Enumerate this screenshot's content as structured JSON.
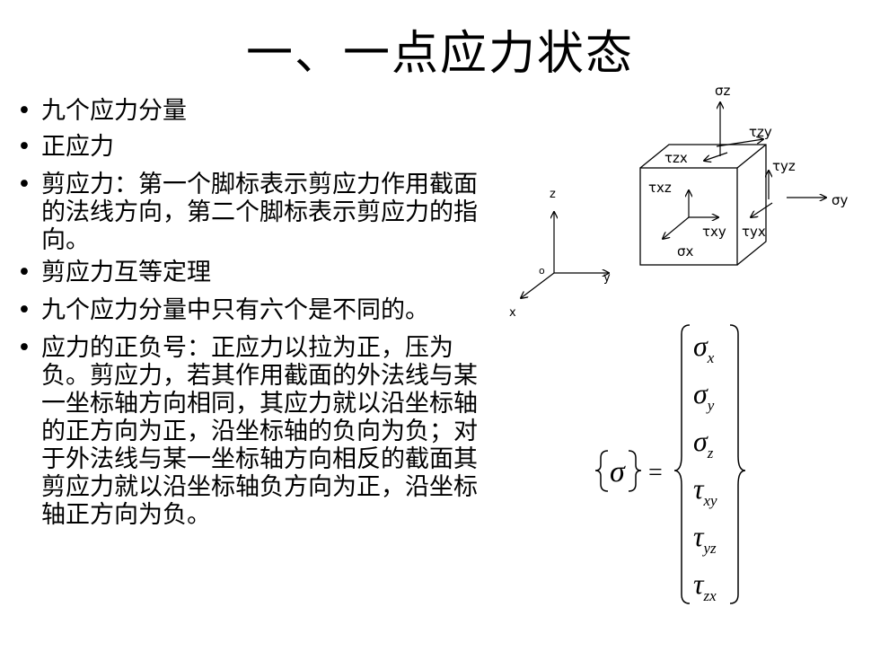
{
  "slide": {
    "title": "一、一点应力状态",
    "bullets": [
      "九个应力分量",
      "正应力",
      "剪应力：第一个脚标表示剪应力作用截面的法线方向，第二个脚标表示剪应力的指向。",
      "剪应力互等定理",
      "九个应力分量中只有六个是不同的。",
      "应力的正负号：正应力以拉为正，压为负。剪应力，若其作用截面的外法线与某一坐标轴方向相同，其应力就以沿坐标轴的正方向为正，沿坐标轴的负向为负；对于外法线与某一坐标轴方向相反的截面其剪应力就以沿坐标轴负方向为正，沿坐标轴正方向为负。"
    ],
    "bullet_symbol": "•"
  },
  "axes": {
    "z": "z",
    "y": "y",
    "x": "x",
    "origin": "o"
  },
  "element_labels": {
    "sigma_z": "σz",
    "tau_zy": "τzy",
    "tau_zx": "τzx",
    "tau_yz": "τyz",
    "sigma_y": "σy",
    "tau_xz": "τxz",
    "tau_xy": "τxy",
    "tau_yx": "τyx",
    "sigma_x": "σx"
  },
  "vector": {
    "lhs": "σ",
    "equals": "=",
    "components": [
      {
        "sym": "σ",
        "sub": "x"
      },
      {
        "sym": "σ",
        "sub": "y"
      },
      {
        "sym": "σ",
        "sub": "z"
      },
      {
        "sym": "τ",
        "sub": "xy"
      },
      {
        "sym": "τ",
        "sub": "yz"
      },
      {
        "sym": "τ",
        "sub": "zx"
      }
    ]
  }
}
